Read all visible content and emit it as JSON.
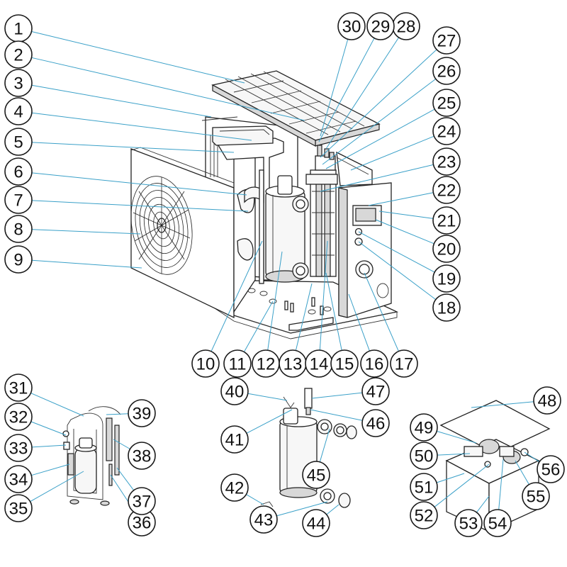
{
  "diagram": {
    "callouts": [
      {
        "label": "1"
      },
      {
        "label": "2"
      },
      {
        "label": "3"
      },
      {
        "label": "4"
      },
      {
        "label": "5"
      },
      {
        "label": "6"
      },
      {
        "label": "7"
      },
      {
        "label": "8"
      },
      {
        "label": "9"
      },
      {
        "label": "10"
      },
      {
        "label": "11"
      },
      {
        "label": "12"
      },
      {
        "label": "13"
      },
      {
        "label": "14"
      },
      {
        "label": "15"
      },
      {
        "label": "16"
      },
      {
        "label": "17"
      },
      {
        "label": "18"
      },
      {
        "label": "19"
      },
      {
        "label": "20"
      },
      {
        "label": "21"
      },
      {
        "label": "22"
      },
      {
        "label": "23"
      },
      {
        "label": "24"
      },
      {
        "label": "25"
      },
      {
        "label": "26"
      },
      {
        "label": "27"
      },
      {
        "label": "28"
      },
      {
        "label": "29"
      },
      {
        "label": "30"
      },
      {
        "label": "31"
      },
      {
        "label": "32"
      },
      {
        "label": "33"
      },
      {
        "label": "34"
      },
      {
        "label": "35"
      },
      {
        "label": "36"
      },
      {
        "label": "37"
      },
      {
        "label": "38"
      },
      {
        "label": "39"
      },
      {
        "label": "40"
      },
      {
        "label": "41"
      },
      {
        "label": "42"
      },
      {
        "label": "43"
      },
      {
        "label": "44"
      },
      {
        "label": "45"
      },
      {
        "label": "46"
      },
      {
        "label": "47"
      },
      {
        "label": "48"
      },
      {
        "label": "49"
      },
      {
        "label": "50"
      },
      {
        "label": "51"
      },
      {
        "label": "52"
      },
      {
        "label": "53"
      },
      {
        "label": "54"
      },
      {
        "label": "55"
      },
      {
        "label": "56"
      }
    ],
    "colors": {
      "leader": "#3aa0c8",
      "outline": "#222222",
      "background": "#ffffff"
    }
  }
}
